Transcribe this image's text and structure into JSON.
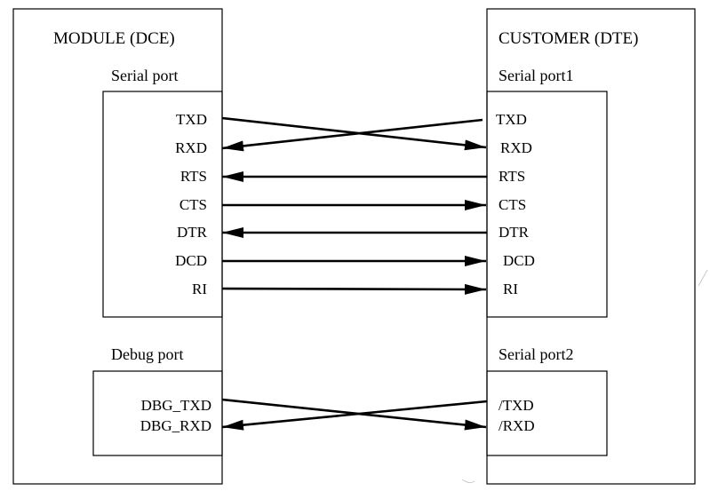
{
  "module": {
    "title": "MODULE (DCE)",
    "serial_port_label": "Serial port",
    "debug_port_label": "Debug port",
    "serial_signals": [
      "TXD",
      "RXD",
      "RTS",
      "CTS",
      "DTR",
      "DCD",
      "RI"
    ],
    "debug_signals": [
      "DBG_TXD",
      "DBG_RXD"
    ]
  },
  "customer": {
    "title": "CUSTOMER (DTE)",
    "serial_port1_label": "Serial port1",
    "serial_port2_label": "Serial port2",
    "serial_signals": [
      "TXD",
      "RXD",
      "RTS",
      "CTS",
      "DTR",
      "DCD",
      "RI"
    ],
    "port2_signals": [
      "/TXD",
      "/RXD"
    ]
  },
  "connections": [
    {
      "from": "module.TXD",
      "to": "customer.RXD",
      "direction": "to-customer",
      "crossed": true
    },
    {
      "from": "customer.TXD",
      "to": "module.RXD",
      "direction": "to-module",
      "crossed": true
    },
    {
      "from": "customer.RTS",
      "to": "module.RTS",
      "direction": "to-module",
      "crossed": false
    },
    {
      "from": "module.CTS",
      "to": "customer.CTS",
      "direction": "to-customer",
      "crossed": false
    },
    {
      "from": "customer.DTR",
      "to": "module.DTR",
      "direction": "to-module",
      "crossed": false
    },
    {
      "from": "module.DCD",
      "to": "customer.DCD",
      "direction": "to-customer",
      "crossed": false
    },
    {
      "from": "module.RI",
      "to": "customer.RI",
      "direction": "to-customer",
      "crossed": false
    },
    {
      "from": "module.DBG_TXD",
      "to": "customer./RXD",
      "direction": "to-customer",
      "crossed": true
    },
    {
      "from": "customer./TXD",
      "to": "module.DBG_RXD",
      "direction": "to-module",
      "crossed": true
    }
  ]
}
